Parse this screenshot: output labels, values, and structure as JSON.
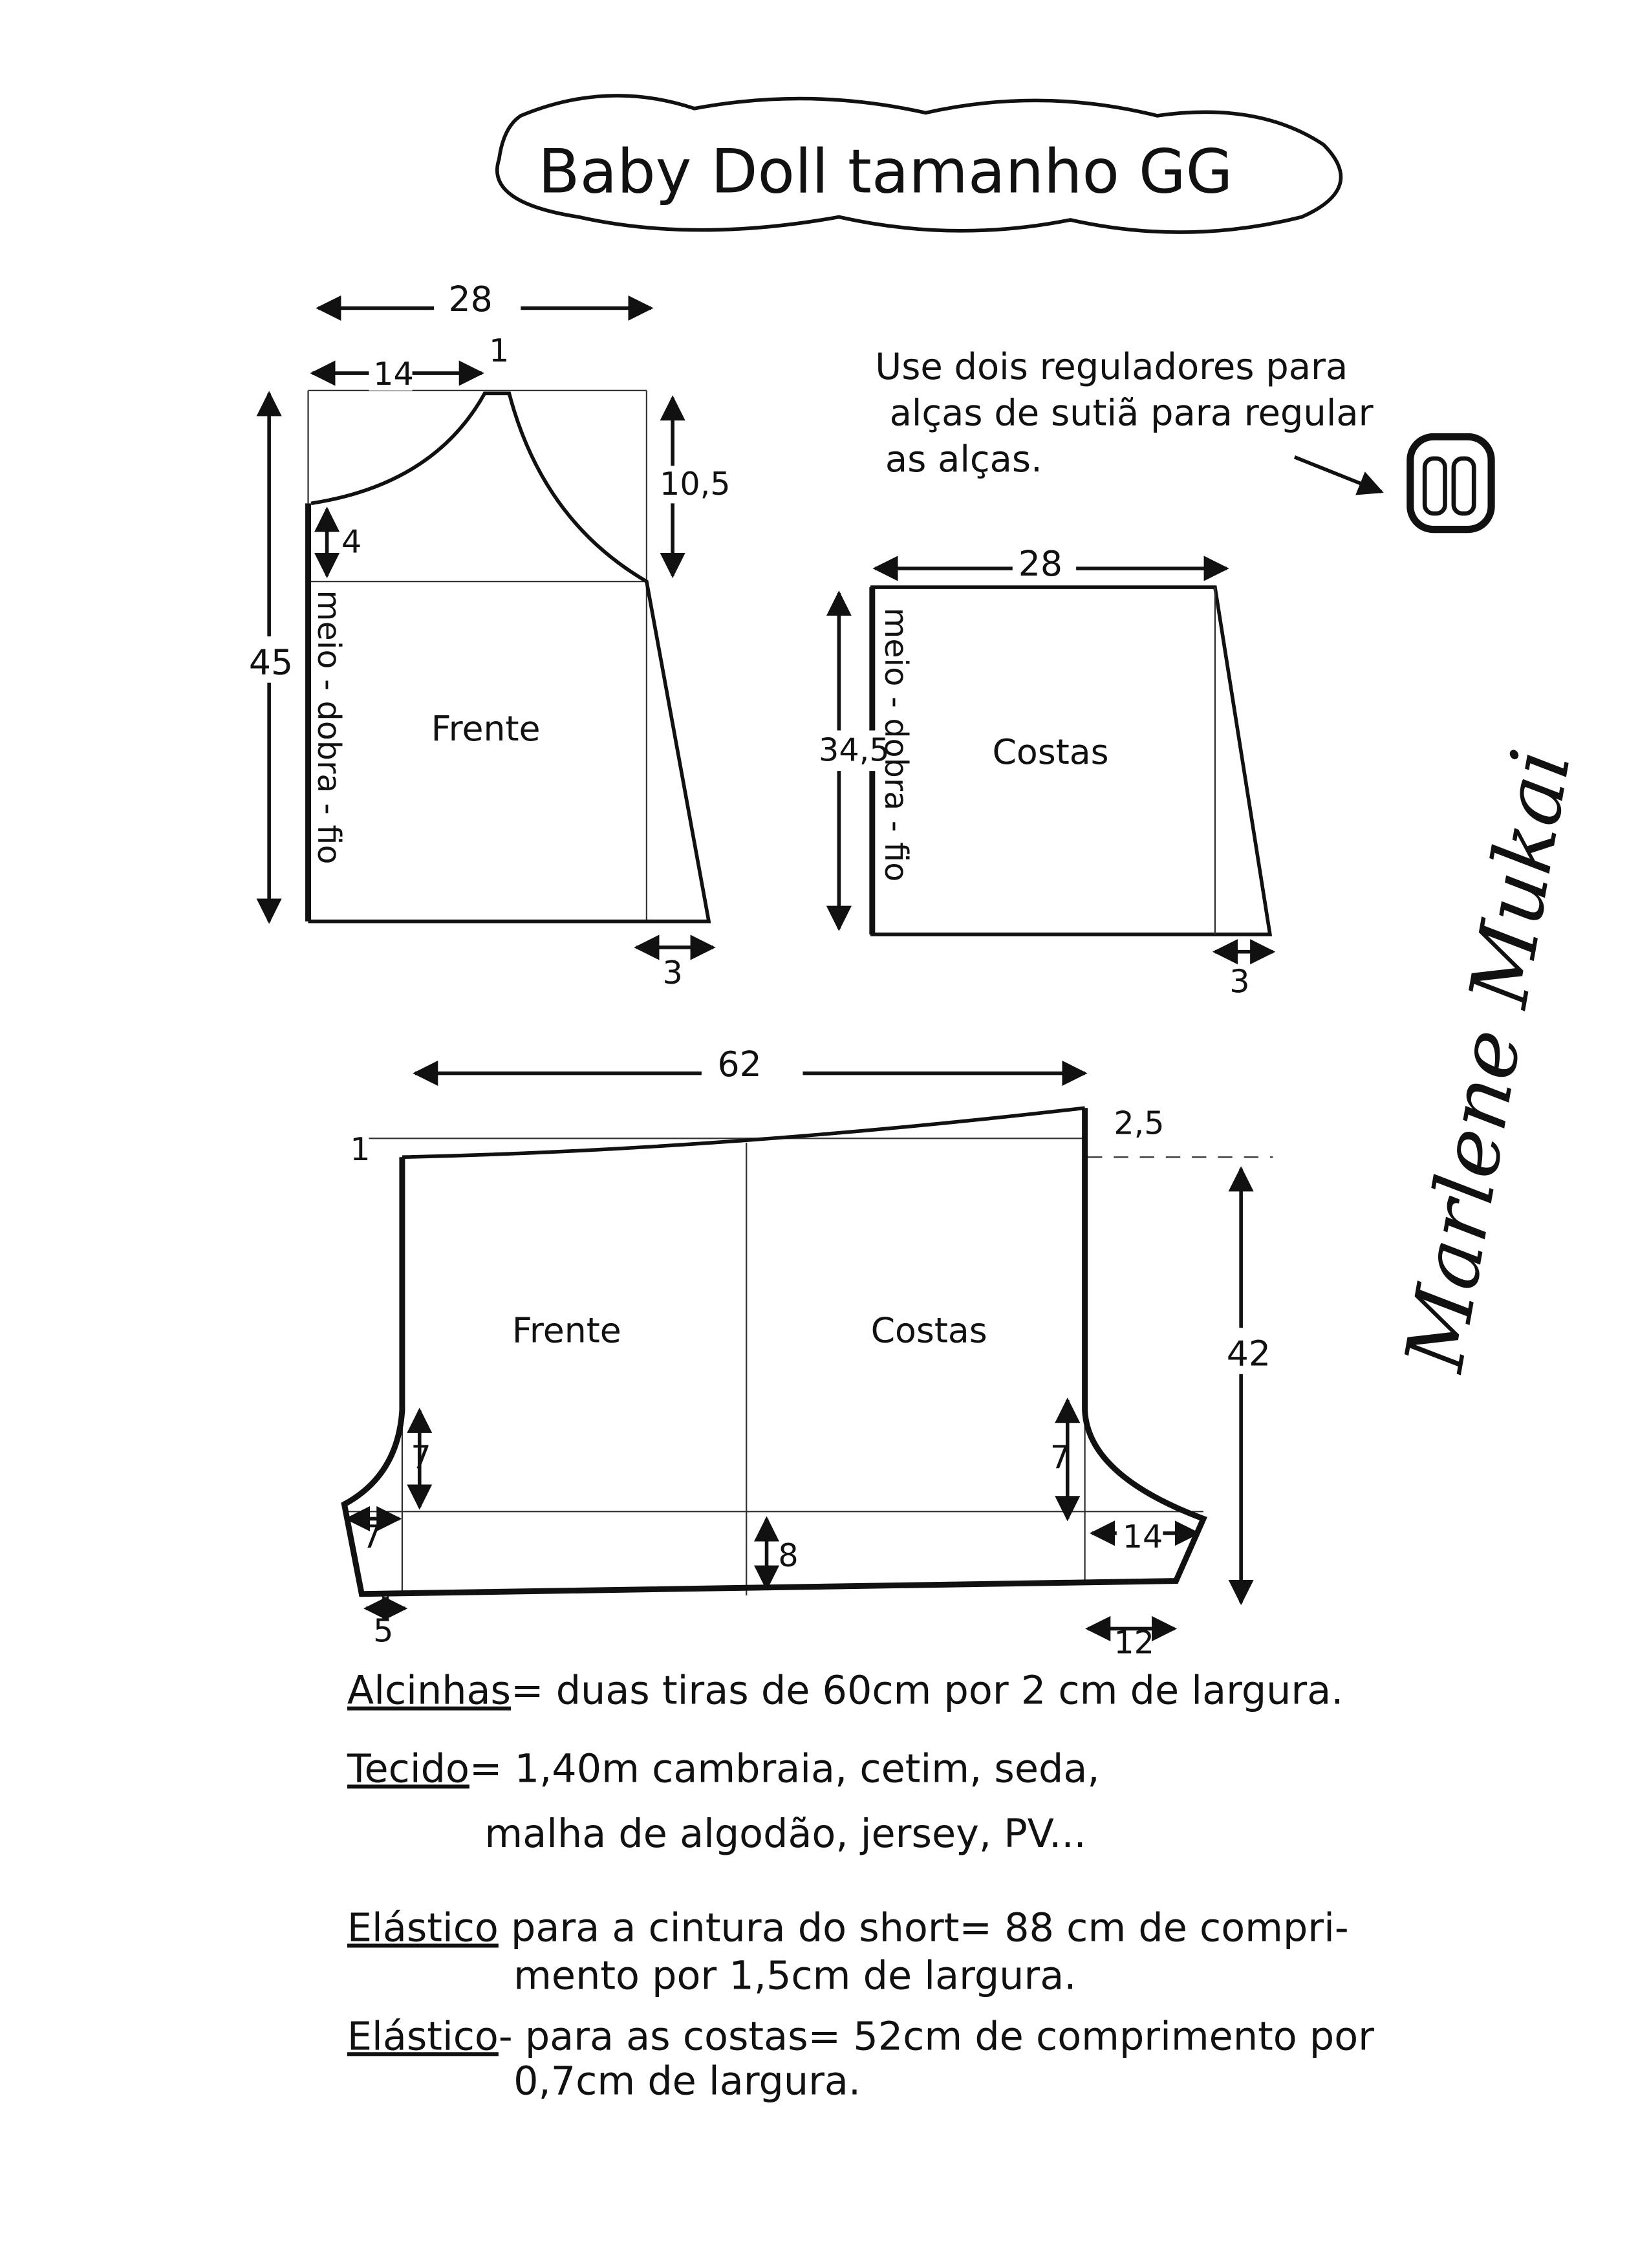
{
  "title": "Baby Doll tamanho GG",
  "bodice_front": {
    "label": "Frente",
    "fold": "meio - dobra - fio",
    "dims": {
      "width": "28",
      "half": "14",
      "strap": "1",
      "armhole": "10,5",
      "side_drop": "4",
      "length": "45",
      "hem_flare": "3"
    }
  },
  "bodice_back": {
    "label": "Costas",
    "fold": "meio - dobra - fio",
    "dims": {
      "width": "28",
      "length": "34,5",
      "hem_flare": "3"
    }
  },
  "regulator_note": [
    "Use dois reguladores para",
    "alças de sutiã para regular",
    "as alças."
  ],
  "signature": "Marlene Mukai",
  "shorts": {
    "front_label": "Frente",
    "back_label": "Costas",
    "dims": {
      "width": "62",
      "front_rise": "1",
      "back_rise": "2,5",
      "length": "42",
      "crotch_front_h": "7",
      "crotch_back_h": "7",
      "crotch_front_w": "7",
      "crotch_back_w": "14",
      "leg": "8",
      "hem_front": "5",
      "hem_back": "12"
    }
  },
  "notes": [
    {
      "key": "Alcinhas",
      "text": "= duas tiras de 60cm por 2 cm de largura."
    },
    {
      "key": "Tecido",
      "text": "= 1,40m cambraia, cetim, seda,"
    },
    {
      "key": "",
      "text": "malha de algodão, jersey, PV..."
    },
    {
      "key": "Elástico",
      "text": " para a cintura do short= 88 cm de compri-"
    },
    {
      "key": "",
      "text": "mento por 1,5cm de largura."
    },
    {
      "key": "Elástico",
      "text": "- para as costas= 52cm de comprimento por"
    },
    {
      "key": "",
      "text": "0,7cm de largura."
    }
  ]
}
